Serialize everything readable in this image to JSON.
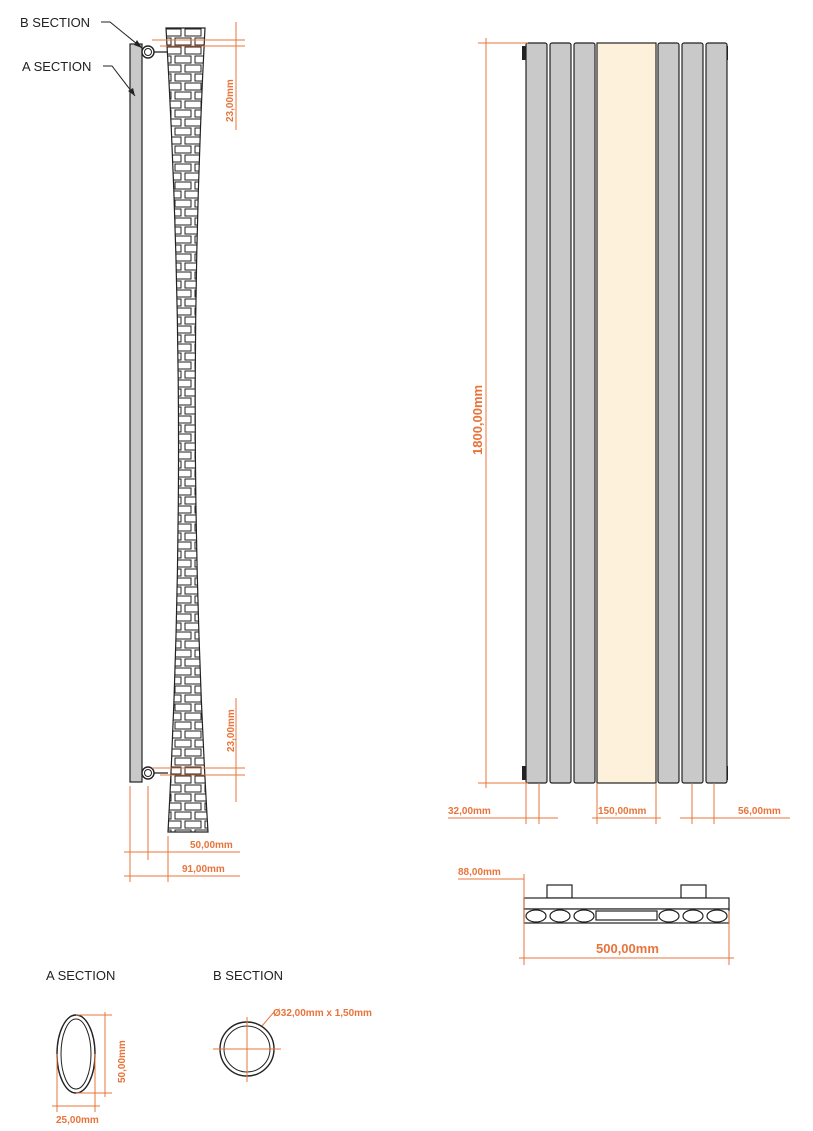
{
  "colors": {
    "dimension": "#e8743b",
    "panel_fill": "#c9c9c9",
    "mirror_fill": "#fdf1dc",
    "outline": "#222222",
    "brick_fill": "#ffffff"
  },
  "labels": {
    "b_section_pointer": "B SECTION",
    "a_section_pointer": "A SECTION",
    "a_section_title": "A SECTION",
    "b_section_title": "B SECTION"
  },
  "dimensions": {
    "top_gap": "23,00mm",
    "bottom_gap": "23,00mm",
    "side_50": "50,00mm",
    "side_91": "91,00mm",
    "height": "1800,00mm",
    "left_edge": "32,00mm",
    "mirror_width": "150,00mm",
    "right_gap": "56,00mm",
    "pipe_offset": "88,00mm",
    "total_width": "500,00mm",
    "oval_height": "50,00mm",
    "oval_width": "25,00mm",
    "pipe_diameter": "Ø32,00mm x 1,50mm"
  }
}
